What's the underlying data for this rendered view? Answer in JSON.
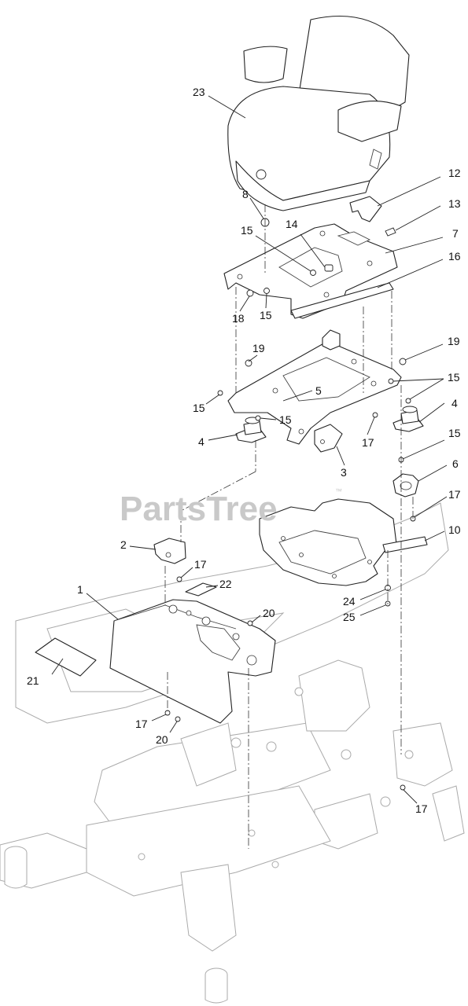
{
  "watermark": {
    "text": "PartsTree",
    "trademark": "™"
  },
  "callouts": {
    "c1": "1",
    "c2": "2",
    "c3": "3",
    "c4a": "4",
    "c4b": "4",
    "c5": "5",
    "c6": "6",
    "c7": "7",
    "c8": "8",
    "c10": "10",
    "c12": "12",
    "c13": "13",
    "c14": "14",
    "c15a": "15",
    "c15b": "15",
    "c15c": "15",
    "c15d": "15",
    "c15e": "15",
    "c15f": "15",
    "c16": "16",
    "c17a": "17",
    "c17b": "17",
    "c17c": "17",
    "c17d": "17",
    "c17e": "17",
    "c18": "18",
    "c19a": "19",
    "c19b": "19",
    "c20a": "20",
    "c20b": "20",
    "c21": "21",
    "c22": "22",
    "c23": "23",
    "c24": "24",
    "c25": "25"
  },
  "colors": {
    "line": "#222222",
    "watermark": "#c9c9c9",
    "phantom": "#999999"
  }
}
